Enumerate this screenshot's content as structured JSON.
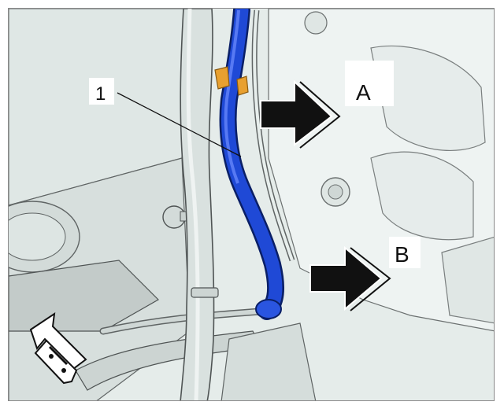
{
  "figure": {
    "callout_number": "1",
    "arrow_a_label": "A",
    "arrow_b_label": "B",
    "hose_color": "#1f49d6",
    "clip_color": "#e8a030",
    "panel_color": "#e3ebe9",
    "outline_color": "#5a5f5f"
  }
}
